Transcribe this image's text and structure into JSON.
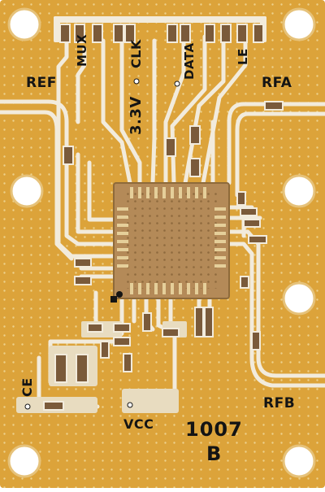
{
  "board": {
    "labels": {
      "mux": "MUX",
      "clk": "CLK",
      "data": "DATA",
      "le": "LE",
      "supply_3v3": "3.3V",
      "ref": "REF",
      "rfa": "RFA",
      "rfb": "RFB",
      "ce": "CE",
      "vcc": "VCC",
      "part_number": "1007",
      "revision": "B"
    },
    "colors": {
      "substrate": "#dca33a",
      "copper": "#f2ebdc",
      "silkscreen": "#141414",
      "ic_package": "#b48a58",
      "ic_pad": "#e5cf9a",
      "smd_body": "#7a5a3a"
    }
  }
}
